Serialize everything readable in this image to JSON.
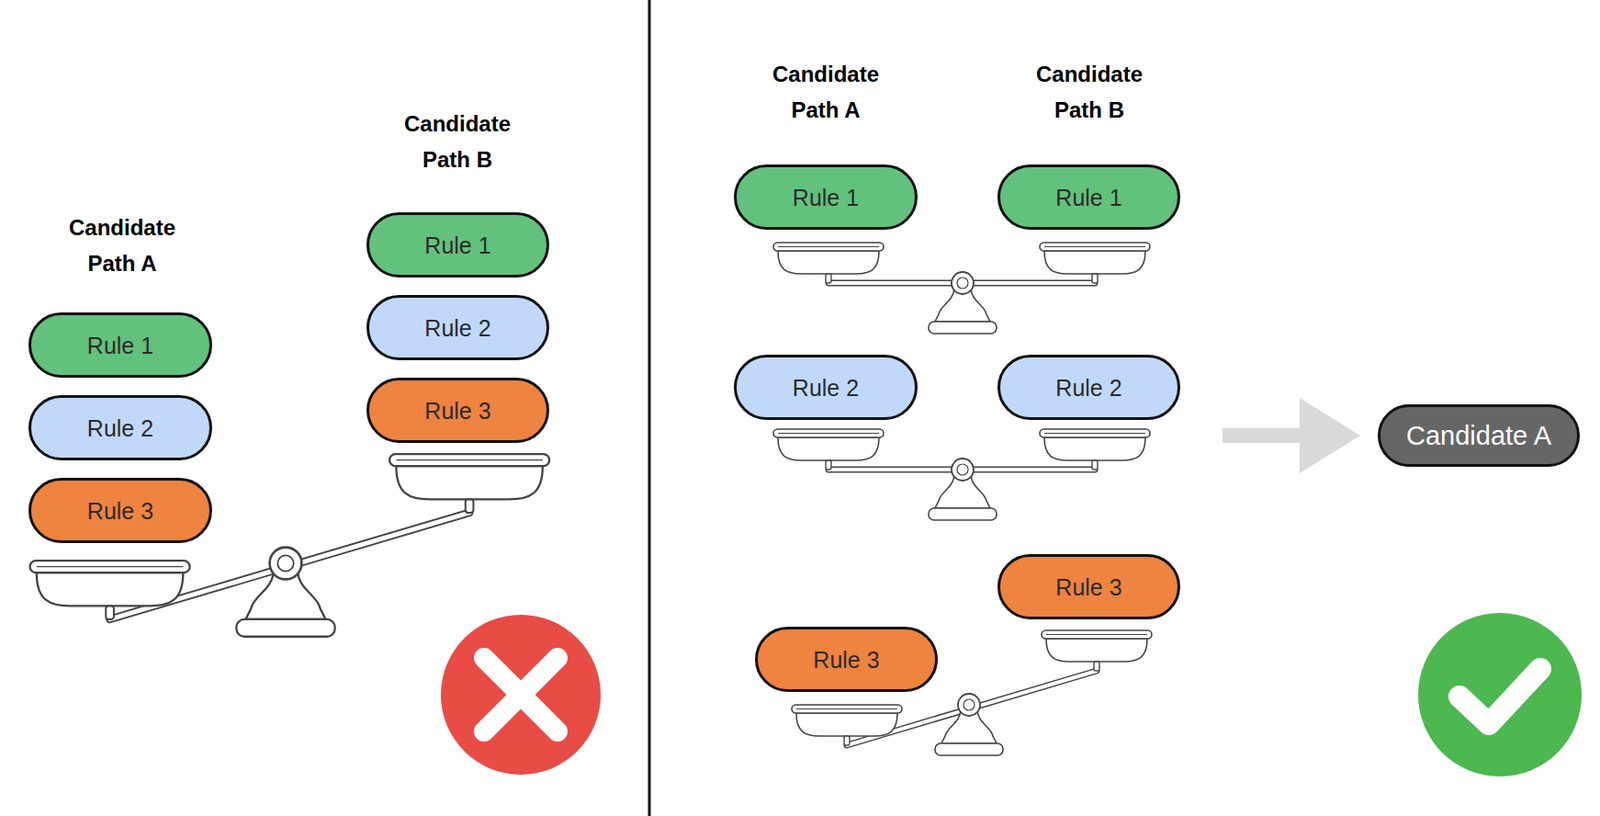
{
  "diagram": {
    "nodes": [
      {
        "text": [
          "Rule 1"
        ]
      },
      {
        "text": [
          "Rule 2"
        ]
      },
      {
        "text": [
          "Rule 3"
        ]
      },
      {
        "text": [
          "Rule 1"
        ]
      },
      {
        "text": [
          "Rule 2"
        ]
      },
      {
        "text": [
          "Rule 3"
        ]
      },
      {
        "text": [
          "Rule 1"
        ]
      },
      {
        "text": [
          "Rule 1"
        ]
      },
      {
        "text": [
          "Rule 2"
        ]
      },
      {
        "text": [
          "Rule 2"
        ]
      },
      {
        "text": [
          "Rule 3"
        ]
      },
      {
        "text": [
          "Rule 3"
        ]
      },
      {
        "text": [
          "Candidate A"
        ]
      }
    ],
    "labels": [
      "Candidate Path A",
      "Candidate Path B",
      "Candidate Path A",
      "Candidate Path B"
    ]
  }
}
